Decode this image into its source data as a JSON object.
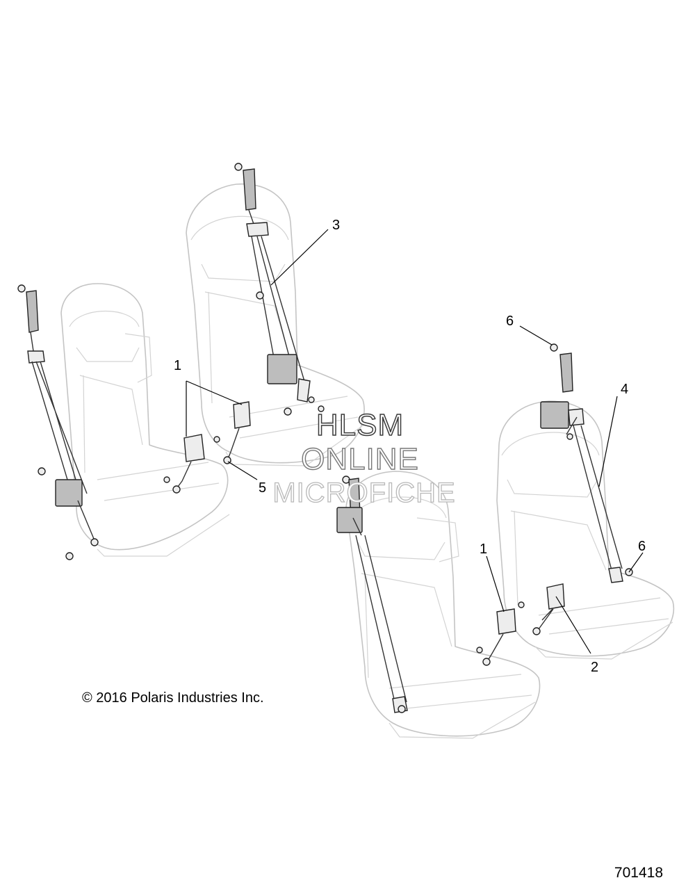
{
  "callouts": {
    "c1a": "1",
    "c1b": "1",
    "c2": "2",
    "c3": "3",
    "c4": "4",
    "c5": "5",
    "c6a": "6",
    "c6b": "6"
  },
  "copyright": "© 2016 Polaris Industries Inc.",
  "figure_number": "701418",
  "watermark": {
    "line1": "HLSM",
    "line2": "ONLINE",
    "line3": "MICROFICHE"
  },
  "colors": {
    "seat_outline": "#c4c4c4",
    "belt_line": "#333333",
    "callout_text": "#000000"
  }
}
